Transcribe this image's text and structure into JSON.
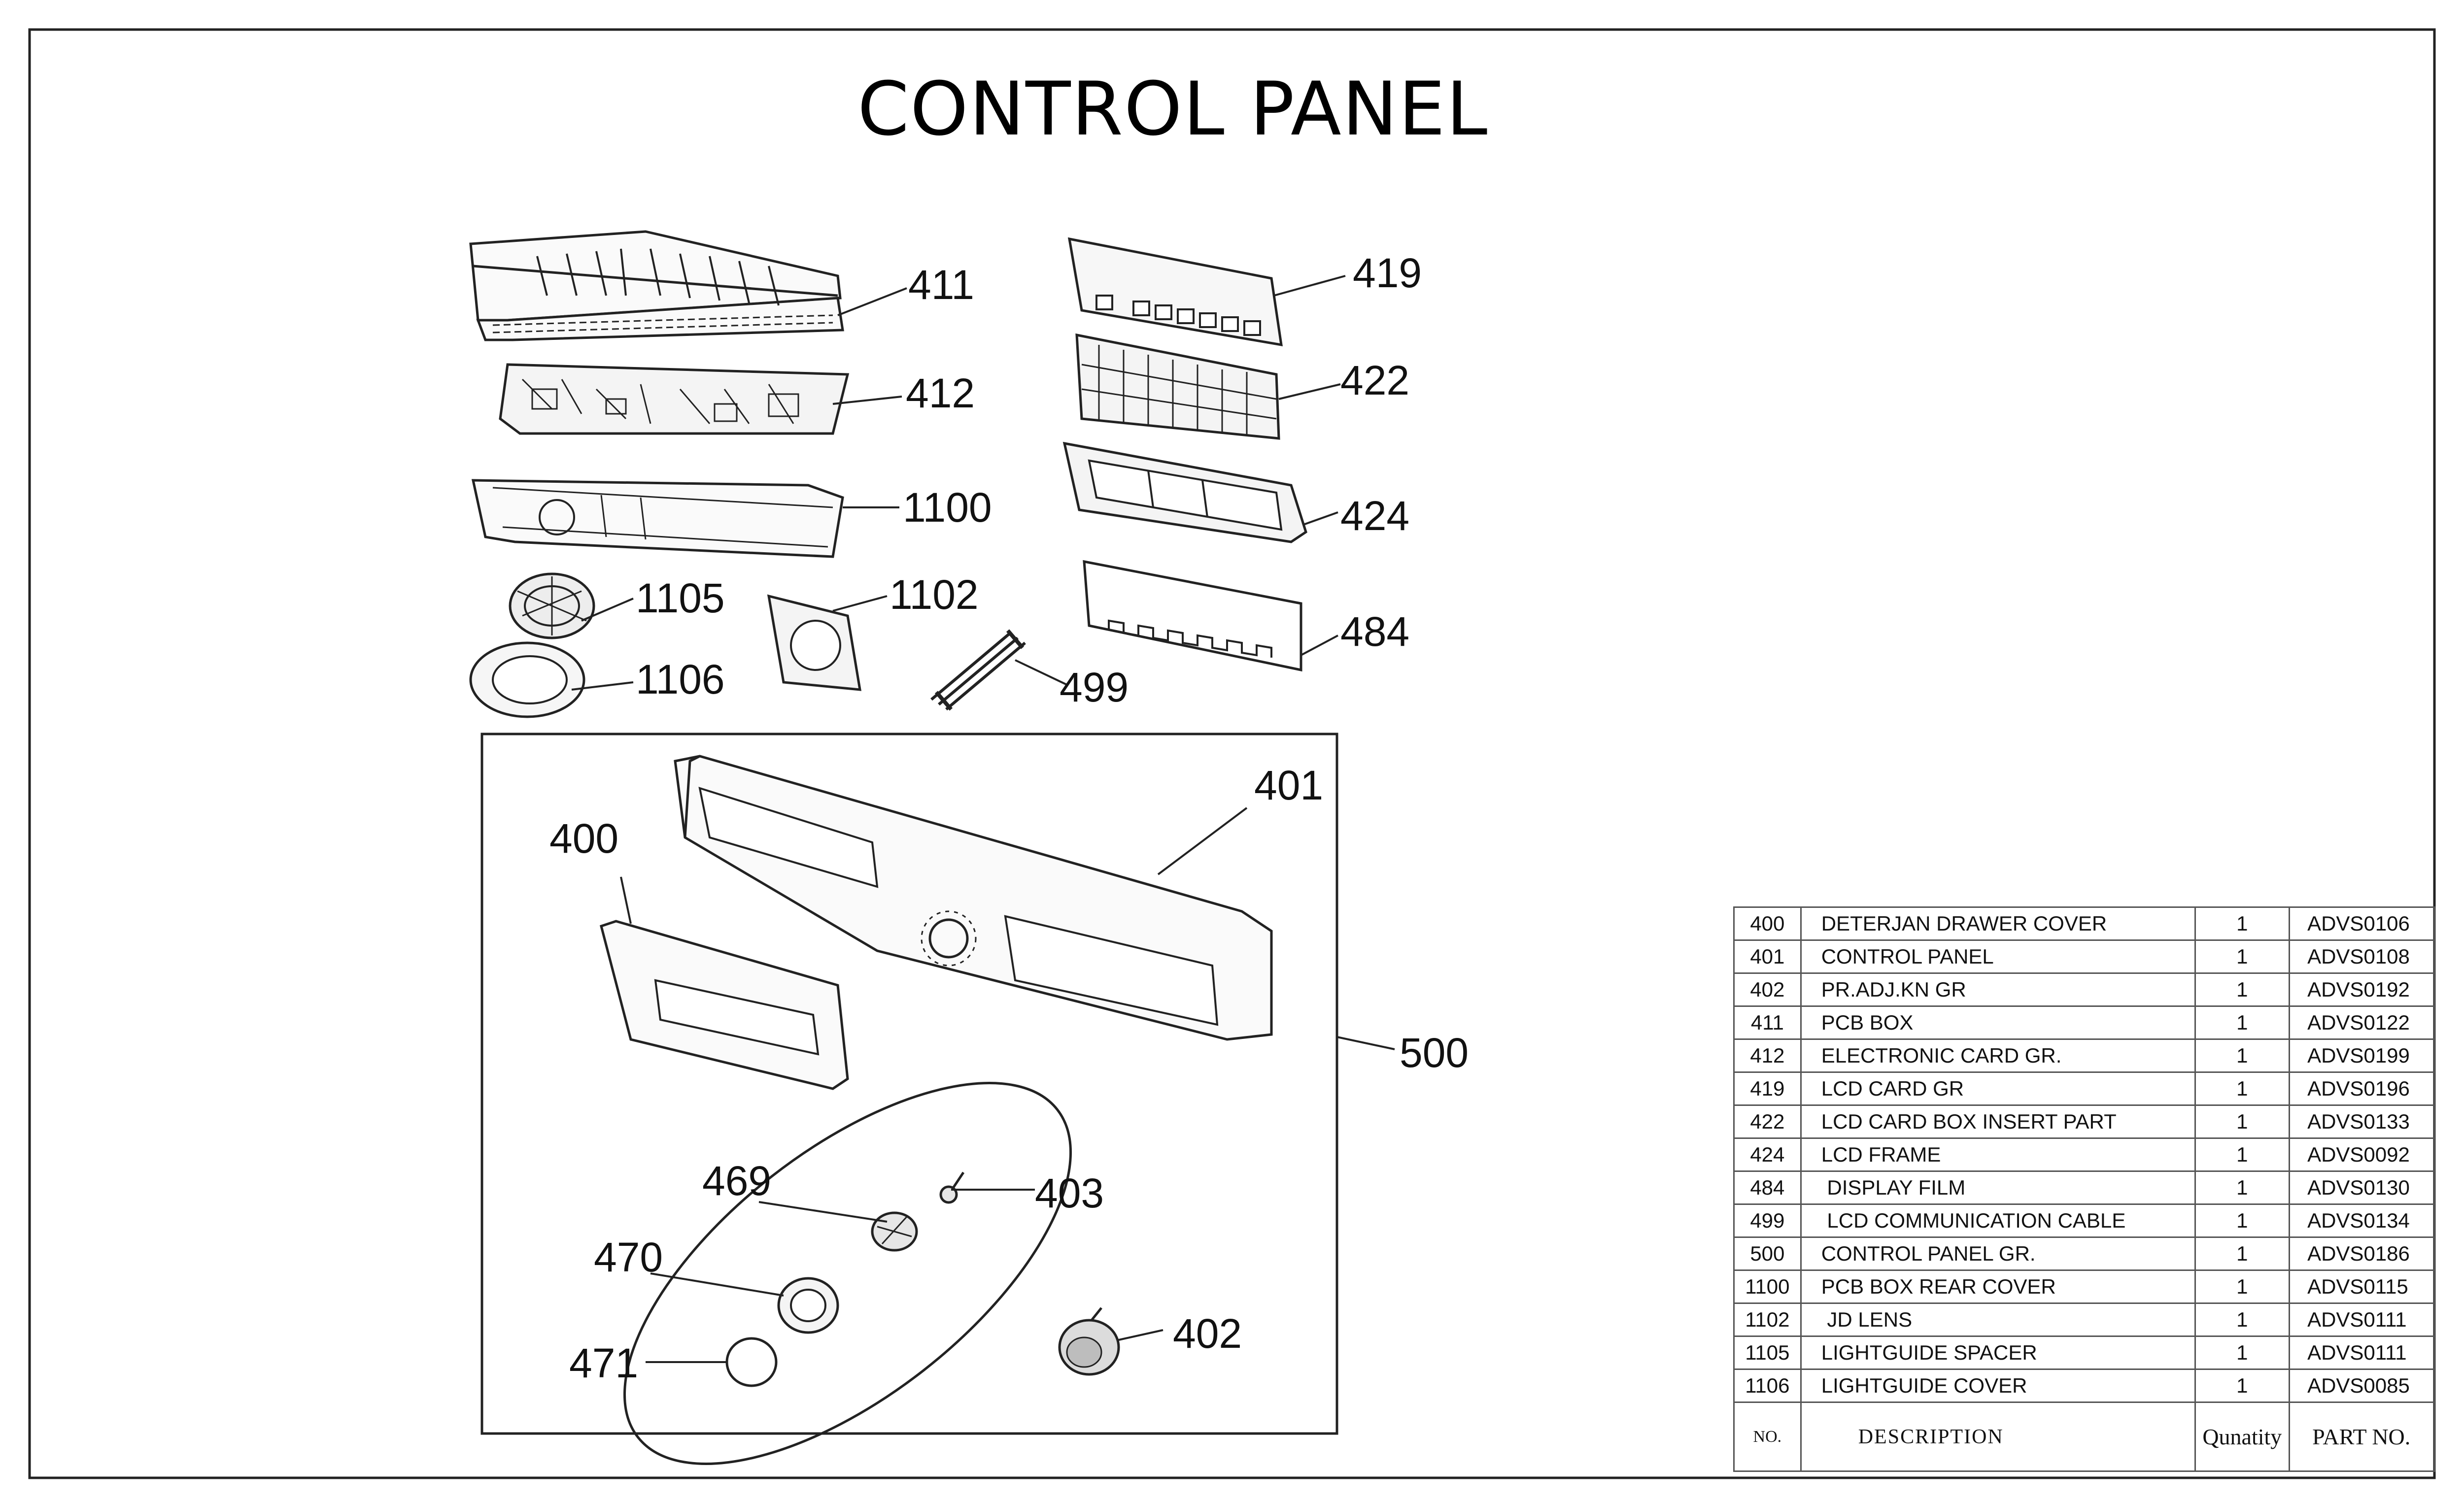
{
  "title": "CONTROL PANEL",
  "callouts": {
    "c400": "400",
    "c401": "401",
    "c402": "402",
    "c403": "403",
    "c411": "411",
    "c412": "412",
    "c419": "419",
    "c422": "422",
    "c424": "424",
    "c469": "469",
    "c470": "470",
    "c471": "471",
    "c484": "484",
    "c499": "499",
    "c500": "500",
    "c1100": "1100",
    "c1102": "1102",
    "c1105": "1105",
    "c1106": "1106"
  },
  "table": {
    "headers": {
      "no": "NO.",
      "description": "DESCRIPTION",
      "quantity": "Qunatity",
      "part_no": "PART NO."
    },
    "rows": [
      {
        "no": "400",
        "description": "DETERJAN DRAWER COVER",
        "qty": "1",
        "part": "ADVS0106"
      },
      {
        "no": "401",
        "description": "CONTROL PANEL",
        "qty": "1",
        "part": "ADVS0108"
      },
      {
        "no": "402",
        "description": "PR.ADJ.KN GR",
        "qty": "1",
        "part": "ADVS0192"
      },
      {
        "no": "411",
        "description": "PCB BOX",
        "qty": "1",
        "part": "ADVS0122"
      },
      {
        "no": "412",
        "description": "ELECTRONIC CARD GR.",
        "qty": "1",
        "part": "ADVS0199"
      },
      {
        "no": "419",
        "description": "LCD CARD GR",
        "qty": "1",
        "part": "ADVS0196"
      },
      {
        "no": "422",
        "description": "LCD CARD BOX INSERT PART",
        "qty": "1",
        "part": "ADVS0133"
      },
      {
        "no": "424",
        "description": "LCD FRAME",
        "qty": "1",
        "part": "ADVS0092"
      },
      {
        "no": "484",
        "description": " DISPLAY FILM",
        "qty": "1",
        "part": "ADVS0130"
      },
      {
        "no": "499",
        "description": " LCD COMMUNICATION CABLE",
        "qty": "1",
        "part": "ADVS0134"
      },
      {
        "no": "500",
        "description": "CONTROL PANEL GR.",
        "qty": "1",
        "part": "ADVS0186"
      },
      {
        "no": "1100",
        "description": "PCB BOX REAR COVER",
        "qty": "1",
        "part": "ADVS0115"
      },
      {
        "no": "1102",
        "description": " JD LENS",
        "qty": "1",
        "part": "ADVS0111"
      },
      {
        "no": "1105",
        "description": "LIGHTGUIDE SPACER",
        "qty": "1",
        "part": "ADVS0111"
      },
      {
        "no": "1106",
        "description": "LIGHTGUIDE COVER",
        "qty": "1",
        "part": "ADVS0085"
      }
    ]
  }
}
